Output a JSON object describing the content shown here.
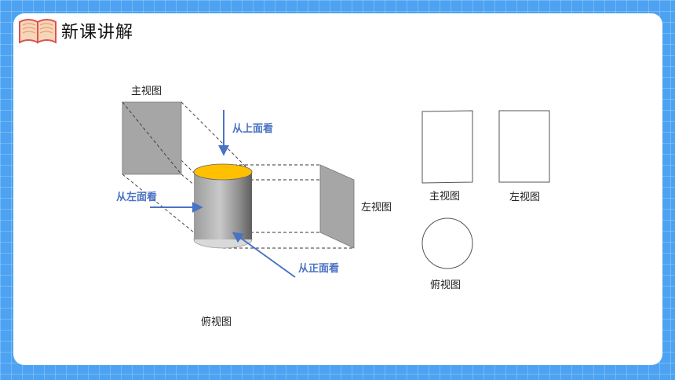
{
  "header": {
    "title": "新课讲解",
    "icon": "open-book-icon"
  },
  "diagram": {
    "labels": {
      "front_view": "主视图",
      "left_view": "左视图",
      "top_view": "俯视图"
    },
    "directions": {
      "from_top": "从上面看",
      "from_left": "从左面看",
      "from_front": "从正面看"
    },
    "views": {
      "front_view": "主视图",
      "left_view": "左视图",
      "top_view": "俯视图"
    },
    "colors": {
      "cylinder_top": "#ffc000",
      "arrow": "#4a73c5",
      "panel": "#a6a6a6"
    }
  }
}
